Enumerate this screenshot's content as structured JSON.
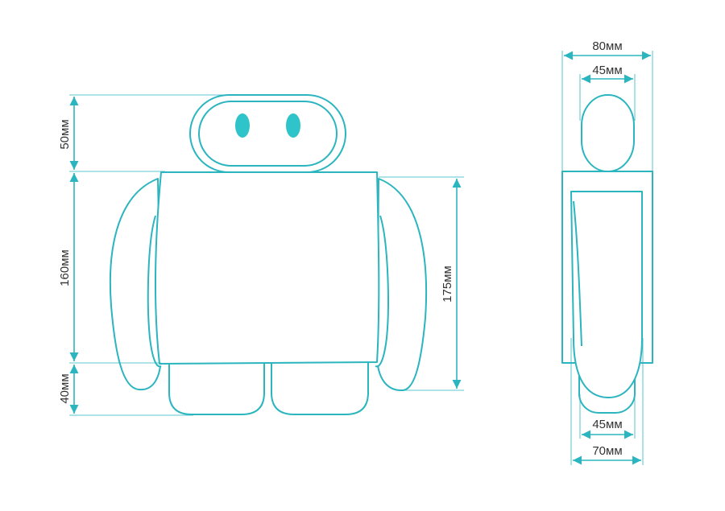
{
  "colors": {
    "accent": "#2bb5bf",
    "eye": "#2ec4c9",
    "text": "#333333"
  },
  "front_view": {
    "head_height": "50мм",
    "body_height": "160мм",
    "legs_height": "40мм",
    "arm_height": "175мм"
  },
  "side_view": {
    "top_width": "80мм",
    "head_width": "45мм",
    "foot_width": "45мм",
    "bottom_width": "70мм"
  }
}
